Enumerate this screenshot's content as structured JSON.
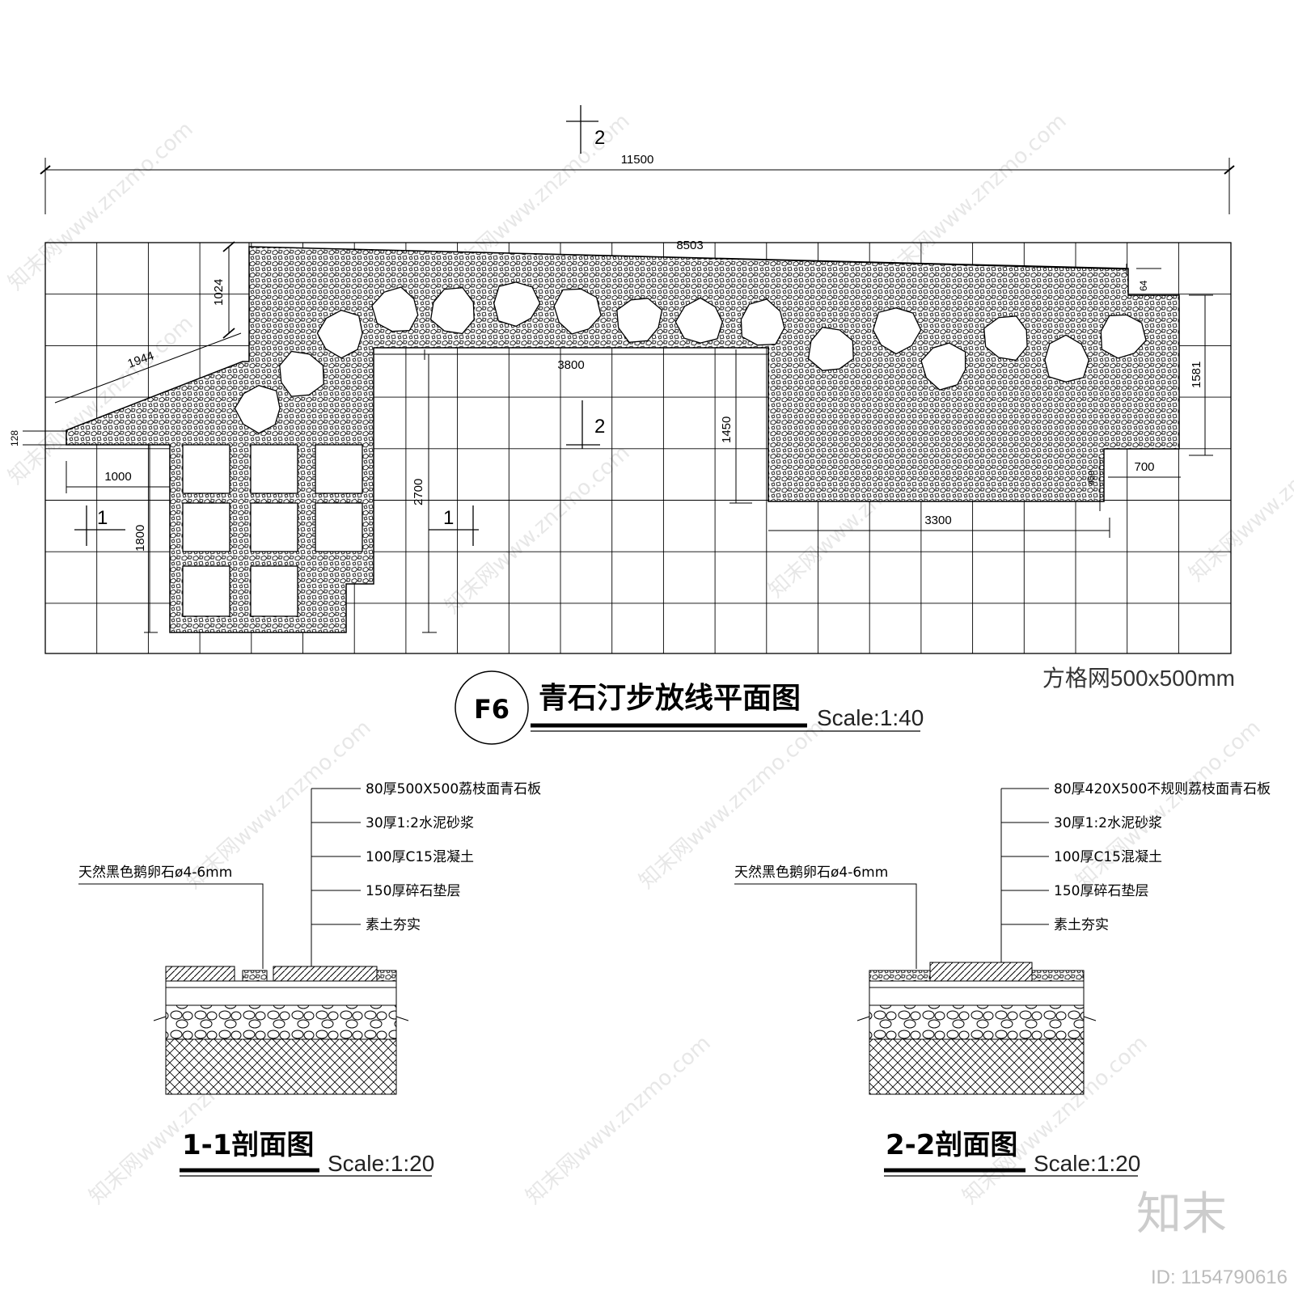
{
  "plan": {
    "overall_dim": "11500",
    "top_dim": "8503",
    "dim_1024": "1024",
    "dim_1944": "1944",
    "dim_128": "128",
    "dim_1000": "1000",
    "dim_1800": "1800",
    "dim_3800": "3800",
    "dim_2700": "2700",
    "dim_1450": "1450",
    "dim_64": "64",
    "dim_1581": "1581",
    "dim_700": "700",
    "dim_3300": "3300",
    "dim_small": "450",
    "section_mark_2": "2",
    "section_mark_1": "1",
    "grid_note": "方格网500x500mm"
  },
  "plan_title": {
    "badge": "F6",
    "title": "青石汀步放线平面图",
    "scale": "Scale:1:40"
  },
  "section_1": {
    "labels": [
      "80厚500X500荔枝面青石板",
      "30厚1:2水泥砂浆",
      "100厚C15混凝土",
      "150厚碎石垫层",
      "素土夯实"
    ],
    "pebble_label": "天然黑色鹅卵石ø4-6mm",
    "title": "1-1剖面图",
    "scale": "Scale:1:20"
  },
  "section_2": {
    "labels": [
      "80厚420X500不规则荔枝面青石板",
      "30厚1:2水泥砂浆",
      "100厚C15混凝土",
      "150厚碎石垫层",
      "素土夯实"
    ],
    "pebble_label": "天然黑色鹅卵石ø4-6mm",
    "title": "2-2剖面图",
    "scale": "Scale:1:20"
  },
  "watermark": {
    "text": "知末网www.znzmo.com",
    "logo": "知末",
    "id": "ID: 1154790616"
  }
}
